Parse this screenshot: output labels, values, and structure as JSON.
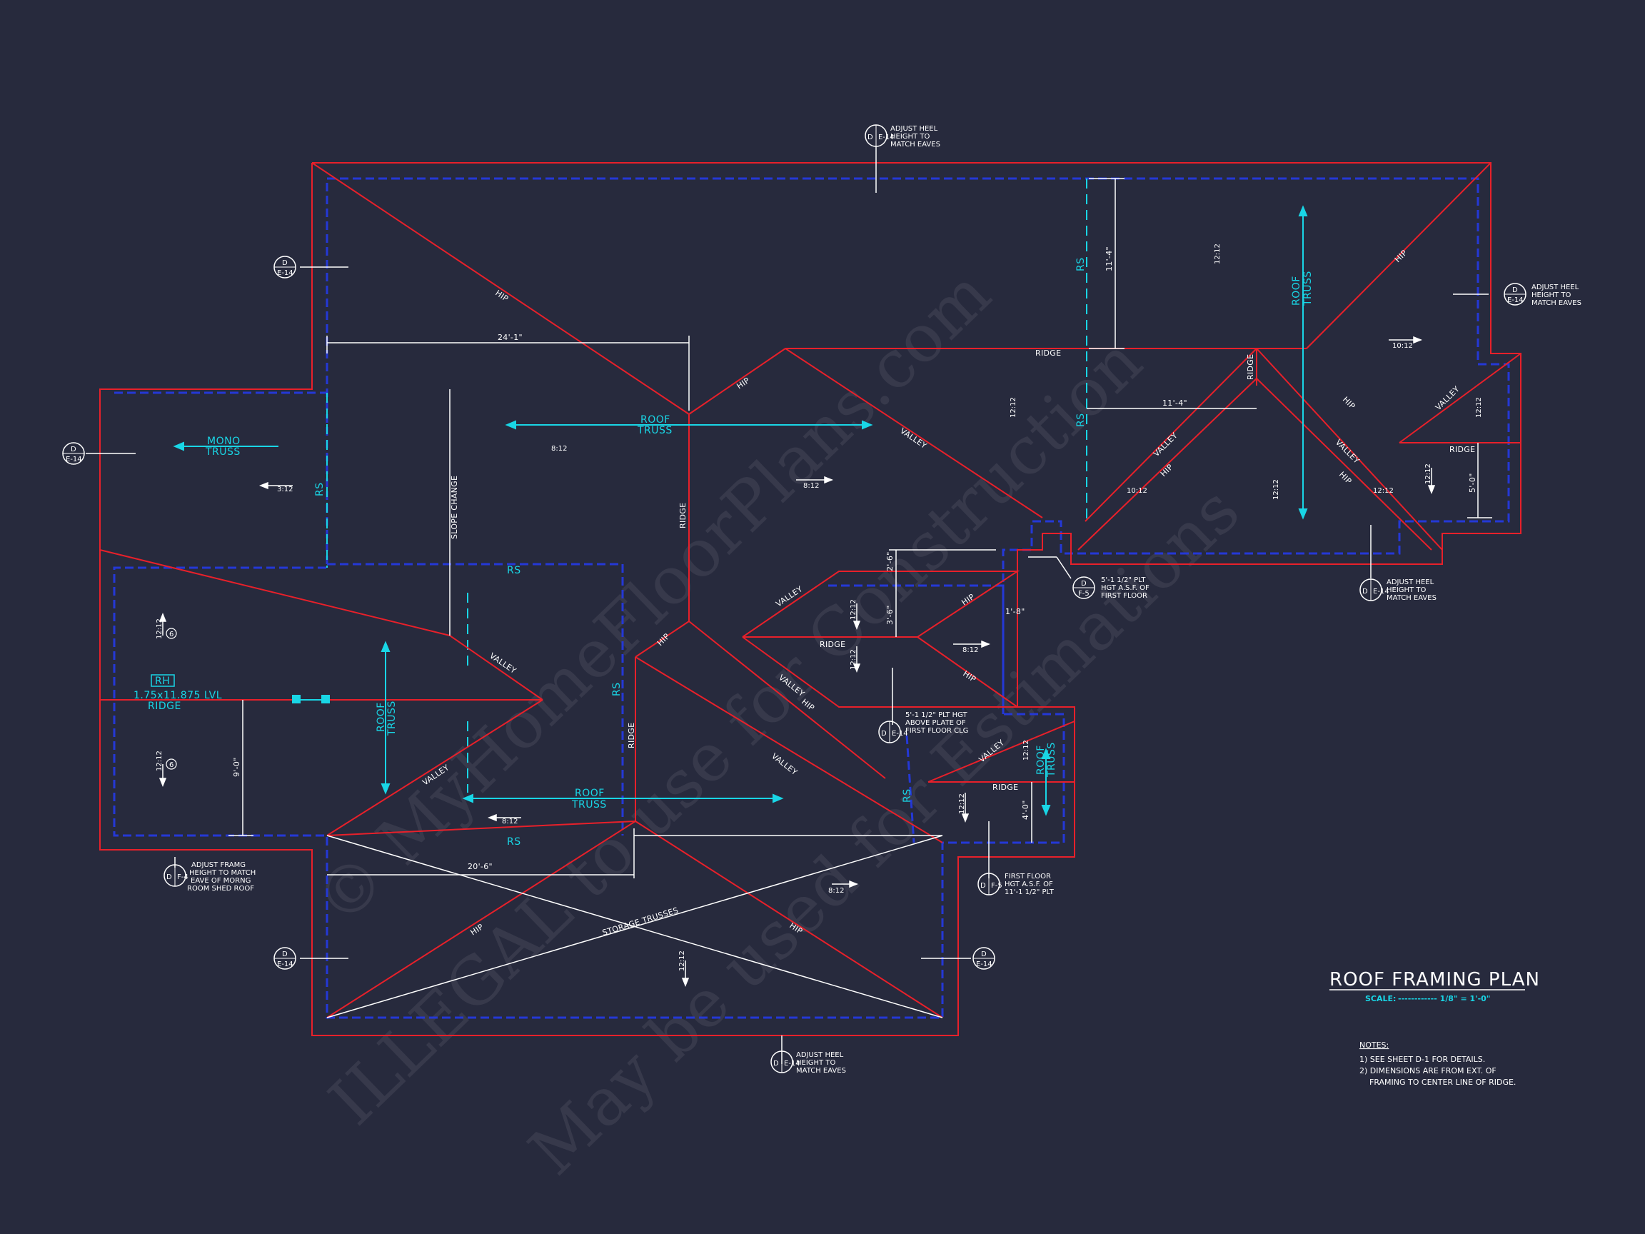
{
  "colors": {
    "background": "#272a3d",
    "roof_outline": "#e8202a",
    "plate_line": "#2438d6",
    "truss_text": "#19d6e6",
    "dimension": "#ffffff"
  },
  "title": {
    "heading": "ROOF FRAMING PLAN",
    "scale_label": "SCALE:",
    "scale_value": "------------ 1/8\" = 1'-0\""
  },
  "notes": {
    "heading": "NOTES:",
    "items": [
      "1)  SEE SHEET D-1 FOR DETAILS.",
      "2)  DIMENSIONS ARE FROM EXT. OF",
      "    FRAMING TO CENTER LINE OF RIDGE."
    ]
  },
  "watermark": {
    "line1": "© MyHomeFloorPlans.com",
    "line2": "ILLEGAL to use for Construction",
    "line3": "May be used for Estimations"
  },
  "details": {
    "top": {
      "letter": "D",
      "sheet": "E-14",
      "text": [
        "ADJUST HEEL",
        "HEIGHT TO",
        "MATCH EAVES"
      ]
    },
    "right": {
      "letter": "D",
      "sheet": "E-14",
      "text": [
        "ADJUST HEEL",
        "HEIGHT TO",
        "MATCH EAVES"
      ]
    },
    "lower_right": {
      "letter": "D",
      "sheet": "E-14",
      "text": [
        "ADJUST HEEL",
        "HEIGHT TO",
        "MATCH EAVES"
      ]
    },
    "bottom": {
      "letter": "D",
      "sheet": "E-14",
      "text": [
        "ADJUST HEEL",
        "HEIGHT TO",
        "MATCH EAVES"
      ]
    },
    "left_top": {
      "letter": "D",
      "sheet": "E-14"
    },
    "left_mid": {
      "letter": "D",
      "sheet": "E-14"
    },
    "left_bottom": {
      "letter": "D",
      "sheet": "E-14"
    },
    "right_bottom": {
      "letter": "D",
      "sheet": "E-14"
    },
    "morning": {
      "letter": "D",
      "sheet": "F-4",
      "text": [
        "ADJUST FRAMG",
        "HEIGHT TO MATCH",
        "EAVE OF MORNG",
        "ROOM SHED ROOF"
      ]
    },
    "plt_right": {
      "letter": "D",
      "sheet": "F-5",
      "text": [
        "5'-1 1/2\" PLT",
        "HGT A.S.F. OF",
        "FIRST FLOOR"
      ]
    },
    "plt_mid": {
      "letter": "D",
      "sheet": "E-14",
      "text": [
        "5'-1 1/2\" PLT HGT",
        "ABOVE PLATE OF",
        "FIRST FLOOR CLG"
      ]
    },
    "first_floor": {
      "letter": "D",
      "sheet": "F-5",
      "text": [
        "FIRST FLOOR",
        "HGT A.S.F. OF",
        "11'-1 1/2\" PLT"
      ]
    }
  },
  "labels": {
    "hip": "HIP",
    "valley": "VALLEY",
    "ridge": "RIDGE",
    "rs": "RS",
    "slope_change": "SLOPE CHANGE",
    "storage_trusses": "STORAGE TRUSSES",
    "roof": "ROOF",
    "truss": "TRUSS",
    "mono": "MONO",
    "rh": "RH",
    "lvl": "1.75x11.875 LVL",
    "ridge_lvl": "RIDGE",
    "pitch_8": "8:12",
    "pitch_3": "3:12",
    "pitch_12": "12:12",
    "pitch_10": "10:12",
    "six": "6"
  },
  "dimensions": {
    "d1": "24'-1\"",
    "d2": "20'-6\"",
    "d3": "11'-4\"",
    "d4": "11'-4\"",
    "d5": "5'-0\"",
    "d6": "9'-0\"",
    "d7": "2'-6\"",
    "d8": "3'-6\"",
    "d9": "1'-8\"",
    "d10": "4'-0\""
  }
}
